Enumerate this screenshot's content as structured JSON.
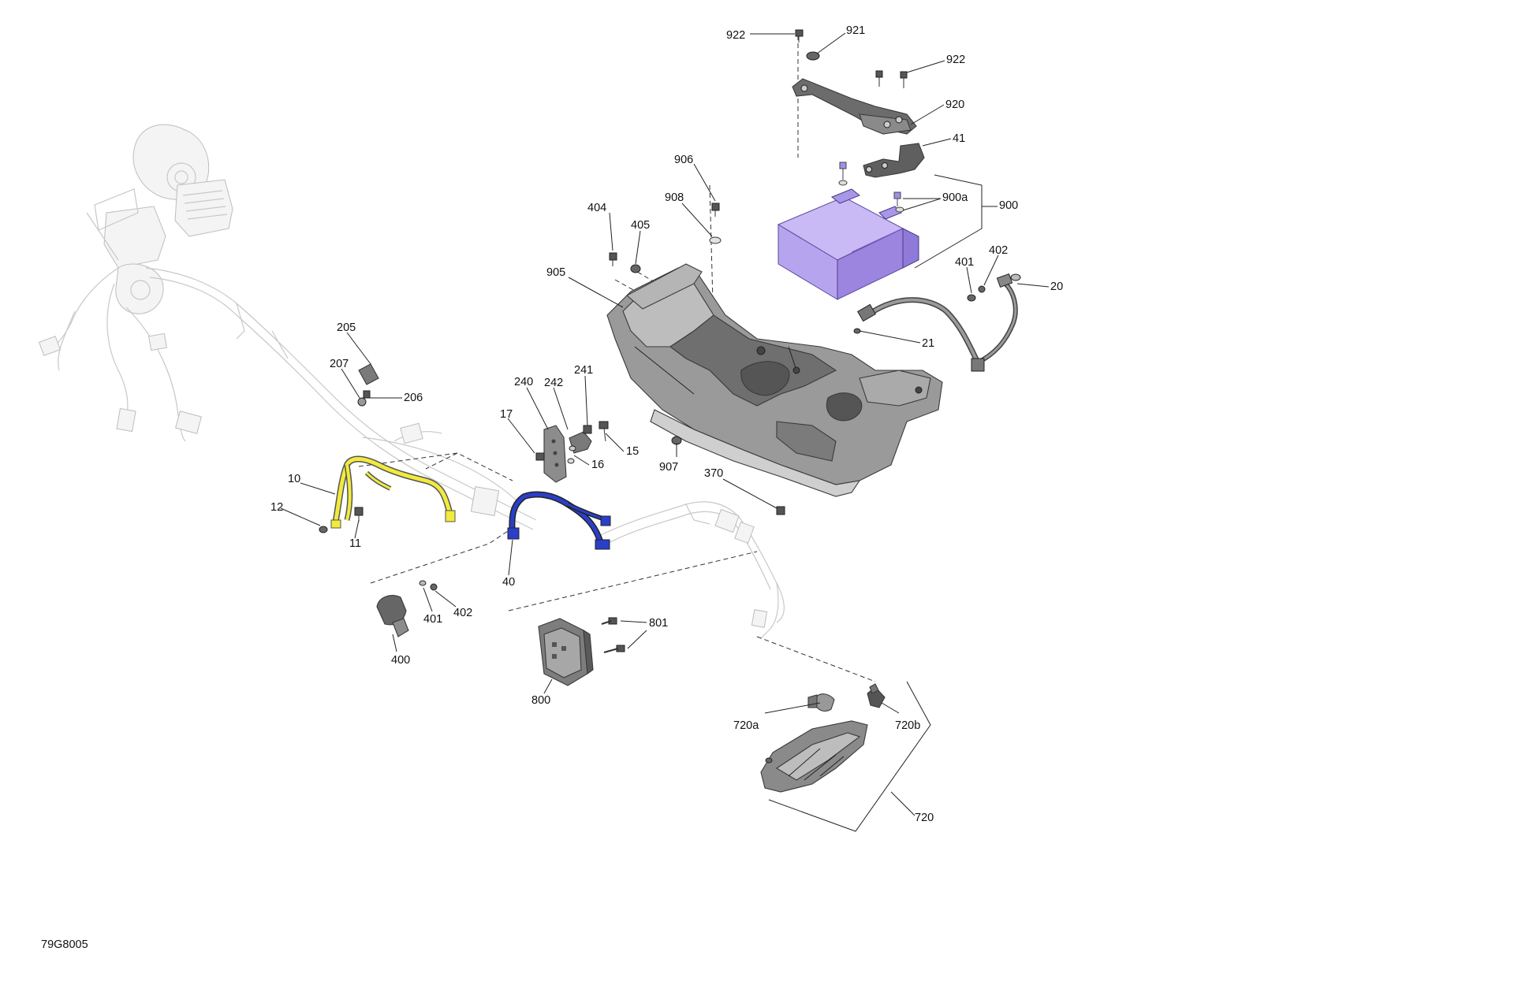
{
  "diagram": {
    "figure_code": "79G8005",
    "colors": {
      "battery": "#b7a4ef",
      "battery_dark": "#8f79d9",
      "harness_10": "#f2ea3c",
      "harness_40": "#2a3fc9",
      "metal": "#8a8a8a",
      "ghost": "#c8c8c8"
    },
    "parts": [
      {
        "id": "p922a",
        "ref": "922"
      },
      {
        "id": "p921",
        "ref": "921"
      },
      {
        "id": "p922b",
        "ref": "922"
      },
      {
        "id": "p920",
        "ref": "920"
      },
      {
        "id": "p41",
        "ref": "41"
      },
      {
        "id": "p906",
        "ref": "906"
      },
      {
        "id": "p908",
        "ref": "908"
      },
      {
        "id": "p900a",
        "ref": "900a"
      },
      {
        "id": "p900",
        "ref": "900"
      },
      {
        "id": "p404",
        "ref": "404"
      },
      {
        "id": "p405",
        "ref": "405"
      },
      {
        "id": "p905",
        "ref": "905"
      },
      {
        "id": "p401a",
        "ref": "401"
      },
      {
        "id": "p402a",
        "ref": "402"
      },
      {
        "id": "p20",
        "ref": "20"
      },
      {
        "id": "p21",
        "ref": "21"
      },
      {
        "id": "p205",
        "ref": "205"
      },
      {
        "id": "p207",
        "ref": "207"
      },
      {
        "id": "p206",
        "ref": "206"
      },
      {
        "id": "p240",
        "ref": "240"
      },
      {
        "id": "p242",
        "ref": "242"
      },
      {
        "id": "p241",
        "ref": "241"
      },
      {
        "id": "p17",
        "ref": "17"
      },
      {
        "id": "p15",
        "ref": "15"
      },
      {
        "id": "p16",
        "ref": "16"
      },
      {
        "id": "p907",
        "ref": "907"
      },
      {
        "id": "p370",
        "ref": "370"
      },
      {
        "id": "p10",
        "ref": "10"
      },
      {
        "id": "p12",
        "ref": "12"
      },
      {
        "id": "p11",
        "ref": "11"
      },
      {
        "id": "p40",
        "ref": "40"
      },
      {
        "id": "p401b",
        "ref": "401"
      },
      {
        "id": "p402b",
        "ref": "402"
      },
      {
        "id": "p400",
        "ref": "400"
      },
      {
        "id": "p801",
        "ref": "801"
      },
      {
        "id": "p800",
        "ref": "800"
      },
      {
        "id": "p720a",
        "ref": "720a"
      },
      {
        "id": "p720b",
        "ref": "720b"
      },
      {
        "id": "p720",
        "ref": "720"
      }
    ]
  }
}
